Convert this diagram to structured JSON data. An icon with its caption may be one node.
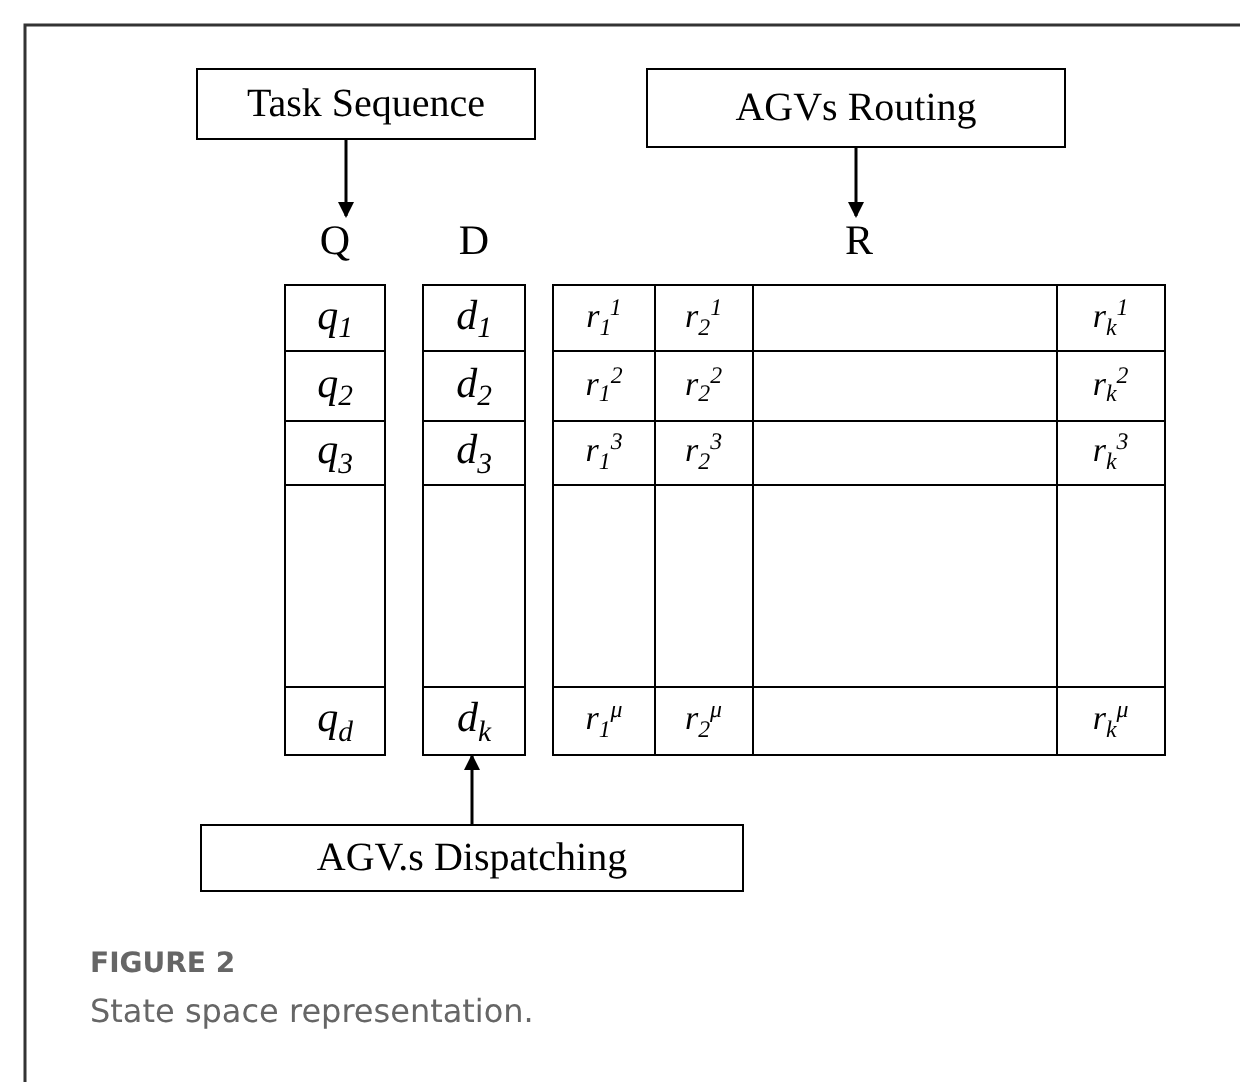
{
  "diagram": {
    "caption": "State space representation.",
    "nodes": [
      {
        "text": [
          "Task Sequence"
        ]
      },
      {
        "text": [
          "AGVs Routing"
        ]
      },
      {
        "text": [
          "Q"
        ]
      },
      {
        "text": [
          "D"
        ]
      },
      {
        "text": [
          "R"
        ]
      },
      {
        "text": [
          "AGV.s Dispatching"
        ]
      }
    ],
    "edges": [
      {
        "from": 0,
        "to": 2,
        "arrow": "to"
      },
      {
        "from": 1,
        "to": 4,
        "arrow": "to"
      },
      {
        "from": 5,
        "to": 3,
        "arrow": "to"
      }
    ],
    "labels": [
      "q$_{1}$",
      "q$_{2}$",
      "q$_{3}$",
      "q$_{d}$",
      "d$_{1}$",
      "d$_{2}$",
      "d$_{3}$",
      "d$_{k}$",
      "r$_{1}$$^{1}$",
      "r$_{2}$$^{1}$",
      "r$_{k}$$^{1}$",
      "r$_{1}$$^{2}$",
      "r$_{2}$$^{2}$",
      "r$_{k}$$^{2}$",
      "r$_{1}$$^{3}$",
      "r$_{2}$$^{3}$",
      "r$_{k}$$^{3}$",
      "r$_{1}$$^{μ}$",
      "r$_{2}$$^{μ}$",
      "r$_{k}$$^{μ}$",
      "FIGURE 2"
    ]
  }
}
